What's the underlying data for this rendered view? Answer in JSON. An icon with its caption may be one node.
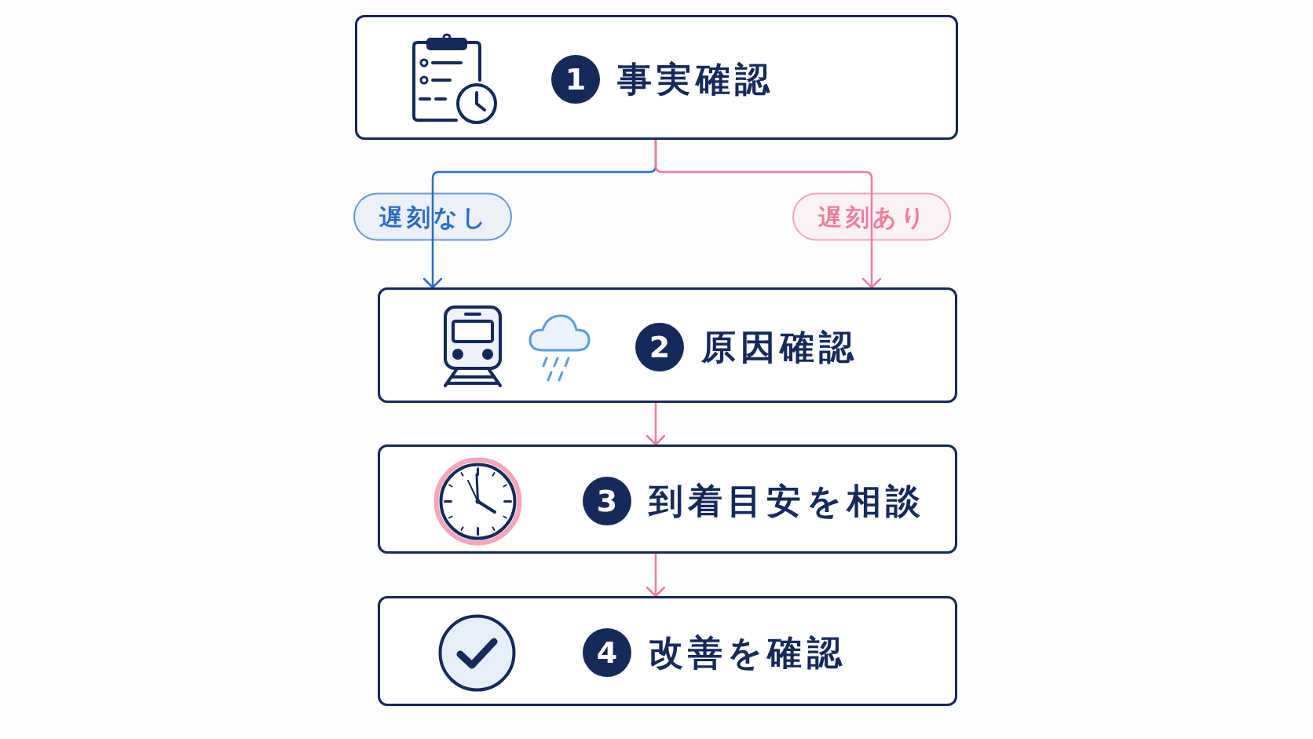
{
  "diagram": {
    "nodes": [
      {
        "text": [
          "1",
          "事実確認"
        ]
      },
      {
        "text": [
          "2",
          "原因確認"
        ]
      },
      {
        "text": [
          "3",
          "到着目安を相談"
        ]
      },
      {
        "text": [
          "4",
          "改善を確認"
        ]
      }
    ],
    "edges": [
      {
        "from": 0,
        "to": 1,
        "arrow": "to",
        "label": "遅刻なし",
        "color": "#2b6cc4"
      },
      {
        "from": 0,
        "to": 1,
        "arrow": "to",
        "label": "遅刻あり"
      },
      {
        "from": 1,
        "to": 2,
        "arrow": "to"
      },
      {
        "from": 2,
        "to": 3,
        "arrow": "to"
      }
    ]
  }
}
